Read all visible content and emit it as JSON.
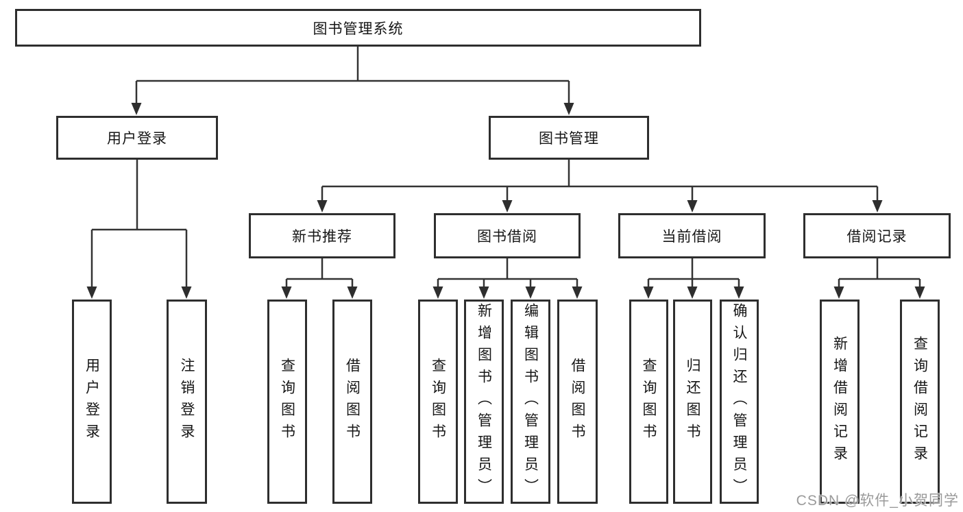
{
  "diagram": {
    "root": {
      "label": "图书管理系统"
    },
    "branches": [
      {
        "label": "用户登录",
        "children": [
          {
            "label": "用户登录"
          },
          {
            "label": "注销登录"
          }
        ]
      },
      {
        "label": "图书管理",
        "children": [
          {
            "label": "新书推荐",
            "children": [
              {
                "label": "查询图书"
              },
              {
                "label": "借阅图书"
              }
            ]
          },
          {
            "label": "图书借阅",
            "children": [
              {
                "label": "查询图书"
              },
              {
                "label": "新增图书（管理员）"
              },
              {
                "label": "编辑图书（管理员）"
              },
              {
                "label": "借阅图书"
              }
            ]
          },
          {
            "label": "当前借阅",
            "children": [
              {
                "label": "查询图书"
              },
              {
                "label": "归还图书"
              },
              {
                "label": "确认归还（管理员）"
              }
            ]
          },
          {
            "label": "借阅记录",
            "children": [
              {
                "label": "新增借阅记录"
              },
              {
                "label": "查询借阅记录"
              }
            ]
          }
        ]
      }
    ]
  },
  "watermark": {
    "text": "CSDN @软件_小贺同学"
  },
  "colors": {
    "background": "#ffffff",
    "line": "#333333",
    "box_border": "#2e2e2e",
    "text": "#161616",
    "watermark": "#919191"
  }
}
